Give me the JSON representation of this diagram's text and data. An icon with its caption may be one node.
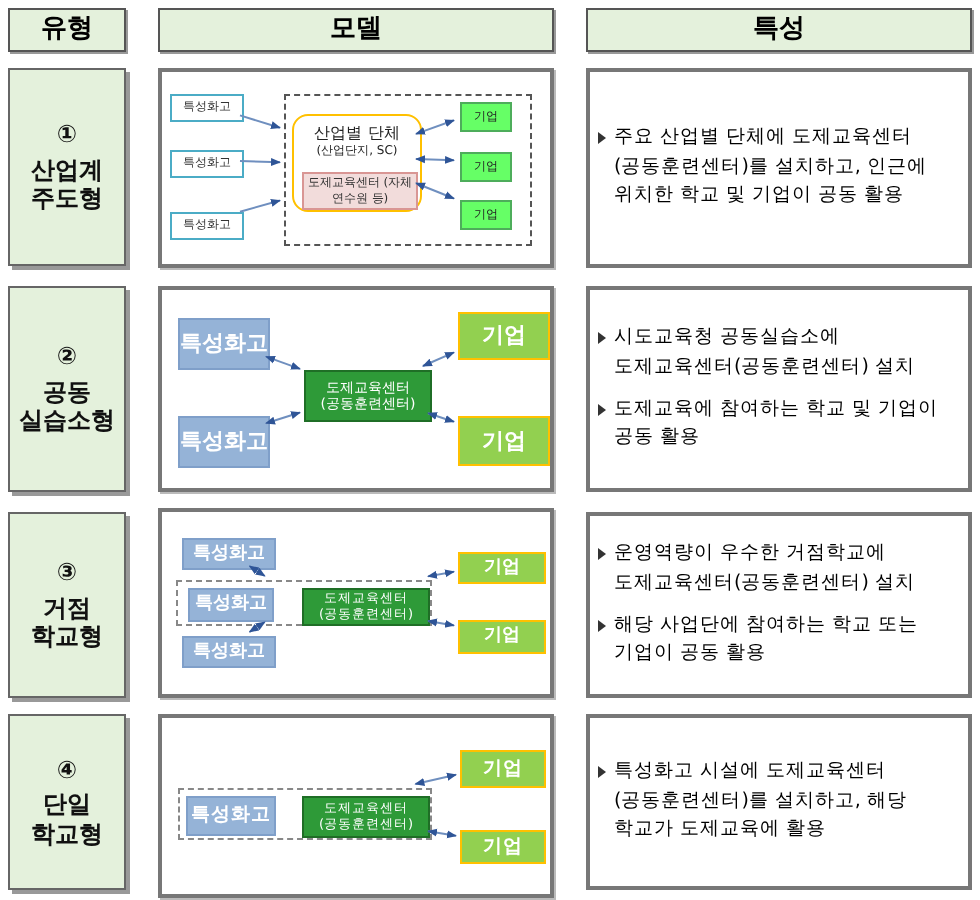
{
  "diagram": {
    "nodes": [
      {
        "text": [
          "유형"
        ]
      },
      {
        "text": [
          "모델"
        ]
      },
      {
        "text": [
          "특성"
        ]
      },
      {
        "text": [
          "①",
          "산업계 주도형"
        ]
      },
      {
        "text": [],
        "shape": "box"
      },
      {
        "text": [
          "특성화고"
        ],
        "in": 4
      },
      {
        "text": [
          "특성화고"
        ],
        "in": 4
      },
      {
        "text": [
          "특성화고"
        ],
        "in": 4
      },
      {
        "text": [],
        "shape": "box",
        "in": 4
      },
      {
        "text": [
          "산업별 단체",
          "(산업단지, SC)"
        ],
        "in": 8
      },
      {
        "text": [
          "도제교육센터 (자체 연수원 등)"
        ],
        "in": 9
      },
      {
        "text": [
          "기업"
        ],
        "in": 8
      },
      {
        "text": [
          "기업"
        ],
        "in": 8
      },
      {
        "text": [
          "기업"
        ],
        "in": 8
      },
      {
        "text": [
          "주요 산업별 단체에 도제교육센터(공동훈련센터)를 설치하고, 인근에 위치한 학교 및 기업이 공동 활용"
        ]
      },
      {
        "text": [
          "②",
          "공동 실습소형"
        ]
      },
      {
        "text": [],
        "shape": "box"
      },
      {
        "text": [
          "특성화고"
        ],
        "in": 16
      },
      {
        "text": [
          "특성화고"
        ],
        "in": 16
      },
      {
        "text": [
          "도제교육센터 (공동훈련센터)"
        ],
        "in": 16
      },
      {
        "text": [
          "기업"
        ],
        "in": 16
      },
      {
        "text": [
          "기업"
        ],
        "in": 16
      },
      {
        "text": [
          "시도교육청 공동실습소에 도제교육센터(공동훈련센터) 설치",
          "도제교육에 참여하는 학교 및 기업이 공동 활용"
        ]
      },
      {
        "text": [
          "③",
          "거점 학교형"
        ]
      },
      {
        "text": [],
        "shape": "box"
      },
      {
        "text": [
          "특성화고"
        ],
        "in": 24
      },
      {
        "text": [],
        "shape": "box",
        "in": 24
      },
      {
        "text": [
          "특성화고"
        ],
        "in": 26
      },
      {
        "text": [
          "도제교육센터 (공동훈련센터)"
        ],
        "in": 26
      },
      {
        "text": [
          "특성화고"
        ],
        "in": 24
      },
      {
        "text": [
          "기업"
        ],
        "in": 24
      },
      {
        "text": [
          "기업"
        ],
        "in": 24
      },
      {
        "text": [
          "운영역량이 우수한 거점학교에 도제교육센터(공동훈련센터) 설치",
          "해당 사업단에 참여하는 학교 또는 기업이 공동 활용"
        ]
      },
      {
        "text": [
          "④",
          "단일 학교형"
        ]
      },
      {
        "text": [],
        "shape": "box"
      },
      {
        "text": [],
        "shape": "box",
        "in": 34
      },
      {
        "text": [
          "특성화고"
        ],
        "in": 35
      },
      {
        "text": [
          "도제교육센터 (공동훈련센터)"
        ],
        "in": 35
      },
      {
        "text": [
          "기업"
        ],
        "in": 34
      },
      {
        "text": [
          "기업"
        ],
        "in": 34
      },
      {
        "text": [
          "특성화고 시설에 도제교육센터(공동훈련센터)를 설치하고, 해당 학교가 도제교육에 활용"
        ]
      }
    ],
    "edges": [
      {
        "from": 5,
        "to": 8,
        "arrow": "to"
      },
      {
        "from": 6,
        "to": 8,
        "arrow": "to"
      },
      {
        "from": 7,
        "to": 8,
        "arrow": "to"
      },
      {
        "from": 9,
        "to": 11,
        "arrow": "both"
      },
      {
        "from": 9,
        "to": 12,
        "arrow": "both"
      },
      {
        "from": 9,
        "to": 13,
        "arrow": "both"
      },
      {
        "from": 17,
        "to": 19,
        "arrow": "both"
      },
      {
        "from": 18,
        "to": 19,
        "arrow": "both"
      },
      {
        "from": 19,
        "to": 20,
        "arrow": "both"
      },
      {
        "from": 19,
        "to": 21,
        "arrow": "both"
      },
      {
        "from": 25,
        "to": 26,
        "arrow": "both"
      },
      {
        "from": 29,
        "to": 26,
        "arrow": "both"
      },
      {
        "from": 26,
        "to": 30,
        "arrow": "both"
      },
      {
        "from": 26,
        "to": 31,
        "arrow": "both"
      },
      {
        "from": 35,
        "to": 38,
        "arrow": "both"
      },
      {
        "from": 35,
        "to": 39,
        "arrow": "both"
      }
    ]
  }
}
